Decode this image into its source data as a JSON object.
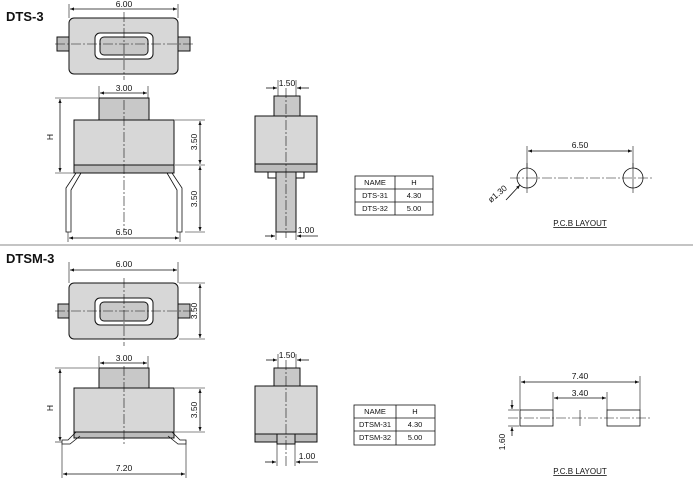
{
  "dts3": {
    "title": "DTS-3",
    "top_width": "6.00",
    "actuator_width": "3.00",
    "height_label": "H",
    "body_height": "3.50",
    "lead_height": "3.50",
    "lead_span": "6.50",
    "side_actuator": "1.50",
    "side_lead": "1.00",
    "table": {
      "col_name": "NAME",
      "col_h": "H",
      "rows": [
        {
          "name": "DTS-31",
          "h": "4.30"
        },
        {
          "name": "DTS-32",
          "h": "5.00"
        }
      ]
    },
    "pcb": {
      "spacing": "6.50",
      "hole": "ø1.30",
      "label": "P.C.B  LAYOUT"
    }
  },
  "dtsm3": {
    "title": "DTSM-3",
    "top_width": "6.00",
    "top_height": "3.50",
    "actuator_width": "3.00",
    "height_label": "H",
    "body_height": "3.50",
    "lead_span": "7.20",
    "side_actuator": "1.50",
    "side_lead": "1.00",
    "table": {
      "col_name": "NAME",
      "col_h": "H",
      "rows": [
        {
          "name": "DTSM-31",
          "h": "4.30"
        },
        {
          "name": "DTSM-32",
          "h": "5.00"
        }
      ]
    },
    "pcb": {
      "outer": "7.40",
      "inner": "3.40",
      "pad_height": "1.60",
      "label": "P.C.B  LAYOUT"
    }
  }
}
